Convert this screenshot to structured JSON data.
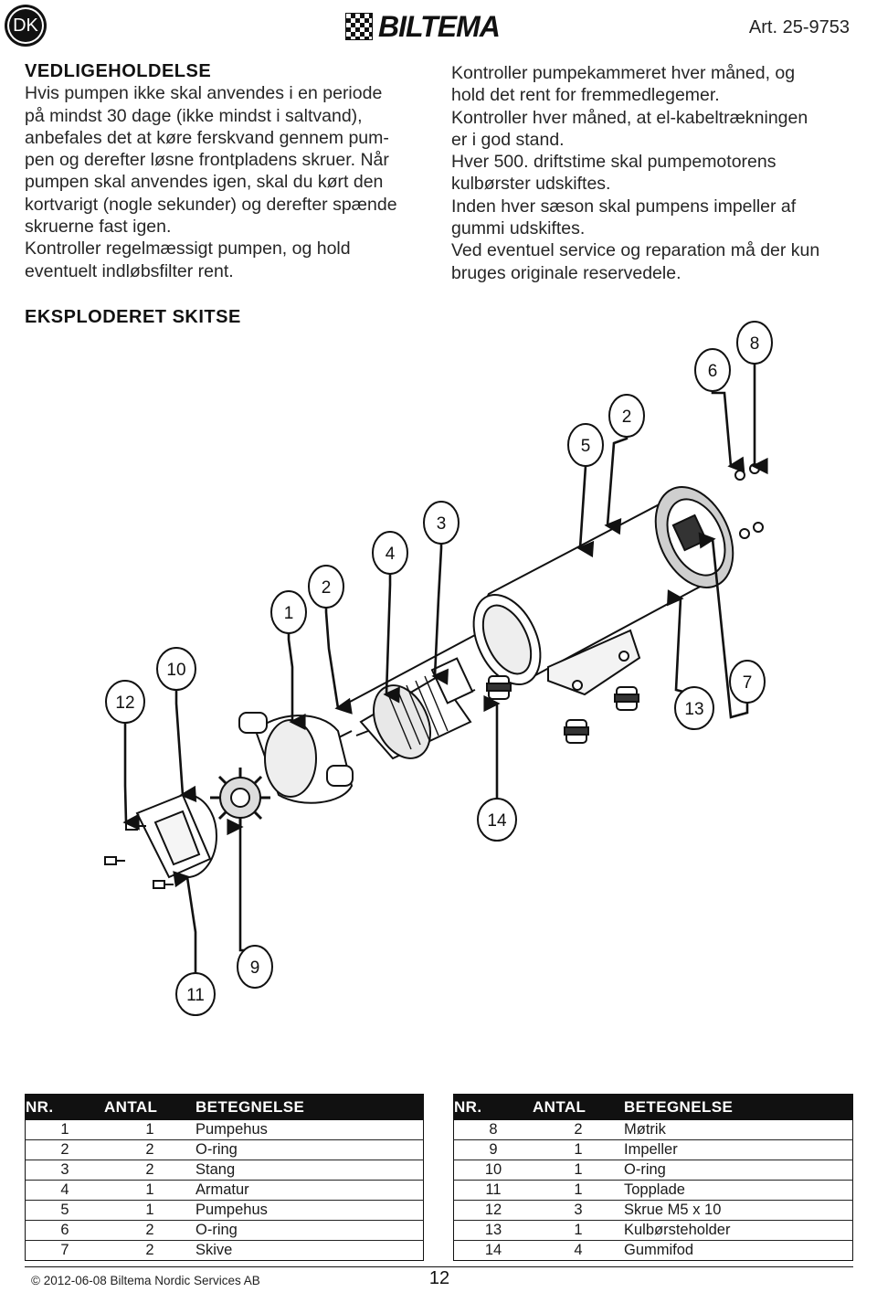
{
  "header": {
    "lang_badge": "DK",
    "brand": "BILTEMA",
    "article": "Art. 25-9753"
  },
  "maintenance": {
    "title": "VEDLIGEHOLDELSE",
    "left_lines": [
      "Hvis pumpen ikke skal anvendes i en periode",
      "på mindst 30 dage (ikke mindst i saltvand),",
      "anbefales det at køre ferskvand gennem pum-",
      "pen og derefter løsne frontpladens skruer. Når",
      "pumpen skal anvendes igen, skal du kørt den",
      "kortvarigt (nogle sekunder) og derefter spænde",
      "skruerne fast igen.",
      "Kontroller regelmæssigt pumpen, og hold",
      "eventuelt indløbsfilter rent."
    ],
    "right_lines": [
      "Kontroller pumpekammeret hver måned, og",
      "hold det rent for fremmedlegemer.",
      "Kontroller hver måned, at el-kabeltrækningen",
      "er i god stand.",
      "Hver 500. driftstime skal pumpemotorens",
      "kulbørster udskiftes.",
      "Inden hver sæson skal pumpens impeller af",
      "gummi udskiftes.",
      "Ved eventuel service og reparation må der kun",
      "bruges originale reservedele."
    ]
  },
  "exploded": {
    "title": "EKSPLODERET SKITSE",
    "callouts": [
      "8",
      "6",
      "2",
      "5",
      "3",
      "4",
      "2",
      "1",
      "10",
      "12",
      "7",
      "13",
      "14",
      "9",
      "11"
    ]
  },
  "parts_table": {
    "headers": [
      "NR.",
      "ANTAL",
      "BETEGNELSE"
    ],
    "left_rows": [
      [
        "1",
        "1",
        "Pumpehus"
      ],
      [
        "2",
        "2",
        "O-ring"
      ],
      [
        "3",
        "2",
        "Stang"
      ],
      [
        "4",
        "1",
        "Armatur"
      ],
      [
        "5",
        "1",
        "Pumpehus"
      ],
      [
        "6",
        "2",
        "O-ring"
      ],
      [
        "7",
        "2",
        "Skive"
      ]
    ],
    "right_rows": [
      [
        "8",
        "2",
        "Møtrik"
      ],
      [
        "9",
        "1",
        "Impeller"
      ],
      [
        "10",
        "1",
        "O-ring"
      ],
      [
        "11",
        "1",
        "Topplade"
      ],
      [
        "12",
        "3",
        "Skrue M5 x 10"
      ],
      [
        "13",
        "1",
        "Kulbørsteholder"
      ],
      [
        "14",
        "4",
        "Gummifod"
      ]
    ]
  },
  "footer": {
    "copyright": "© 2012-06-08 Biltema Nordic Services AB",
    "page": "12"
  }
}
